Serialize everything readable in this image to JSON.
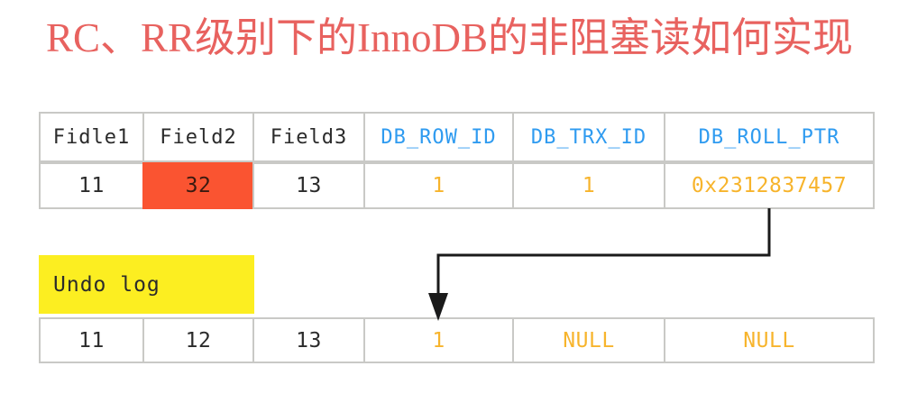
{
  "title": "RC、RR级别下的InnoDB的非阻塞读如何实现",
  "colors": {
    "title_text": "#e8625f",
    "table_border": "#c9c9c6",
    "system_column_header": "#2f9bf0",
    "system_column_value": "#f7b42c",
    "modified_cell_background": "#fa5431",
    "undo_log_background": "#fcee21",
    "page_background": "#ffffff",
    "arrow": "#1a1a1a"
  },
  "record_table": {
    "name": "clustered-index-record",
    "headers": [
      "Fidle1",
      "Field2",
      "Field3",
      "DB_ROW_ID",
      "DB_TRX_ID",
      "DB_ROLL_PTR"
    ],
    "row": [
      "11",
      "32",
      "13",
      "1",
      "1",
      "0x2312837457"
    ]
  },
  "undo_log": {
    "label": "Undo log",
    "row": [
      "11",
      "12",
      "13",
      "1",
      "NULL",
      "NULL"
    ]
  },
  "connector": {
    "name": "roll-pointer-arrow",
    "from": "DB_ROLL_PTR",
    "to": "undo-log-row"
  }
}
